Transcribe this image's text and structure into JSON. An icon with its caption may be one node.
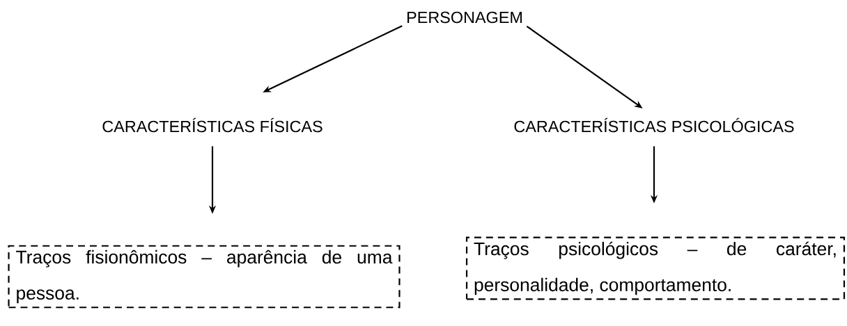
{
  "diagram": {
    "nodes": [
      {
        "text": [
          "PERSONAGEM"
        ]
      },
      {
        "text": [
          "CARACTERÍSTICAS FÍSICAS"
        ]
      },
      {
        "text": [
          "CARACTERÍSTICAS PSICOLÓGICAS"
        ]
      },
      {
        "text": [
          "Traços fisionômicos – aparência de uma pessoa."
        ]
      },
      {
        "text": [
          "Traços psicológicos – de caráter, personalidade, comportamento."
        ]
      }
    ],
    "edges": [
      {
        "from": 0,
        "to": 1,
        "arrow": "to"
      },
      {
        "from": 0,
        "to": 2,
        "arrow": "to"
      },
      {
        "from": 1,
        "to": 3,
        "arrow": "to"
      },
      {
        "from": 2,
        "to": 4,
        "arrow": "to"
      }
    ]
  }
}
